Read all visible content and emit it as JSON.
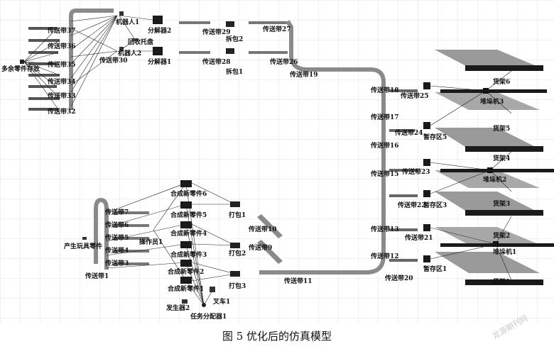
{
  "caption": "图 5   优化后的仿真模型",
  "watermark": "龙源期刊网",
  "colors": {
    "belt": "#8a8a8a",
    "dark": "#1a1a1a",
    "line": "#222222",
    "grid": "#e3e3e3",
    "shelf": "#9a9a9a"
  },
  "labels": {
    "storage": "多余零件存放",
    "b37": "传送带37",
    "b36": "传送带36",
    "b35": "传送带35",
    "b34": "传送带34",
    "b33": "传送带33",
    "b32": "传送带32",
    "b30": "传送带30",
    "robot1": "机器人1",
    "robot2": "机器人2",
    "recycle": "回收托盘",
    "dec2": "分解器2",
    "dec1": "分解器1",
    "b29": "传送带29",
    "b28": "传送带28",
    "unpack2": "拆包2",
    "unpack1": "拆包1",
    "b27": "传送带27",
    "b26": "传送带26",
    "b19": "传送带19",
    "b18": "传送带18",
    "b25": "传送带25",
    "b17": "传送带17",
    "b24": "传送带24",
    "buf5": "暂存区5",
    "b16": "传送带16",
    "b15": "传送带15",
    "b23": "传送带23",
    "b22": "传送带22",
    "buf3": "暂存区3",
    "b13": "传送带13",
    "b21": "传送带21",
    "b12": "传送带12",
    "b20": "传送带20",
    "buf1": "暂存区1",
    "b11": "传送带11",
    "shelf6": "货架6",
    "stacker3": "堆垛机3",
    "shelf5": "货架5",
    "shelf4": "货架4",
    "stacker2": "堆垛机2",
    "shelf3": "货架3",
    "shelf2": "货架2",
    "stacker1": "堆垛机1",
    "shelf1": "货架1",
    "syn6": "合成新零件6",
    "syn5": "合成新零件5",
    "syn4": "合成新零件4",
    "syn3": "合成新零件3",
    "syn2": "合成新零件2",
    "syn1": "合成新零件1",
    "pack1": "打包1",
    "pack2": "打包2",
    "pack3": "打包3",
    "b10": "传送带10",
    "b9": "传送带9",
    "b7": "传送带7",
    "b6": "传送带6",
    "b5": "传送带5",
    "b4": "传送带4",
    "b3": "传送带3",
    "op1": "操作员1",
    "toy": "产生玩具零件",
    "b1": "传送带1",
    "gen2": "发生器2",
    "forklift": "叉车1",
    "dispatch": "任务分配器1"
  }
}
